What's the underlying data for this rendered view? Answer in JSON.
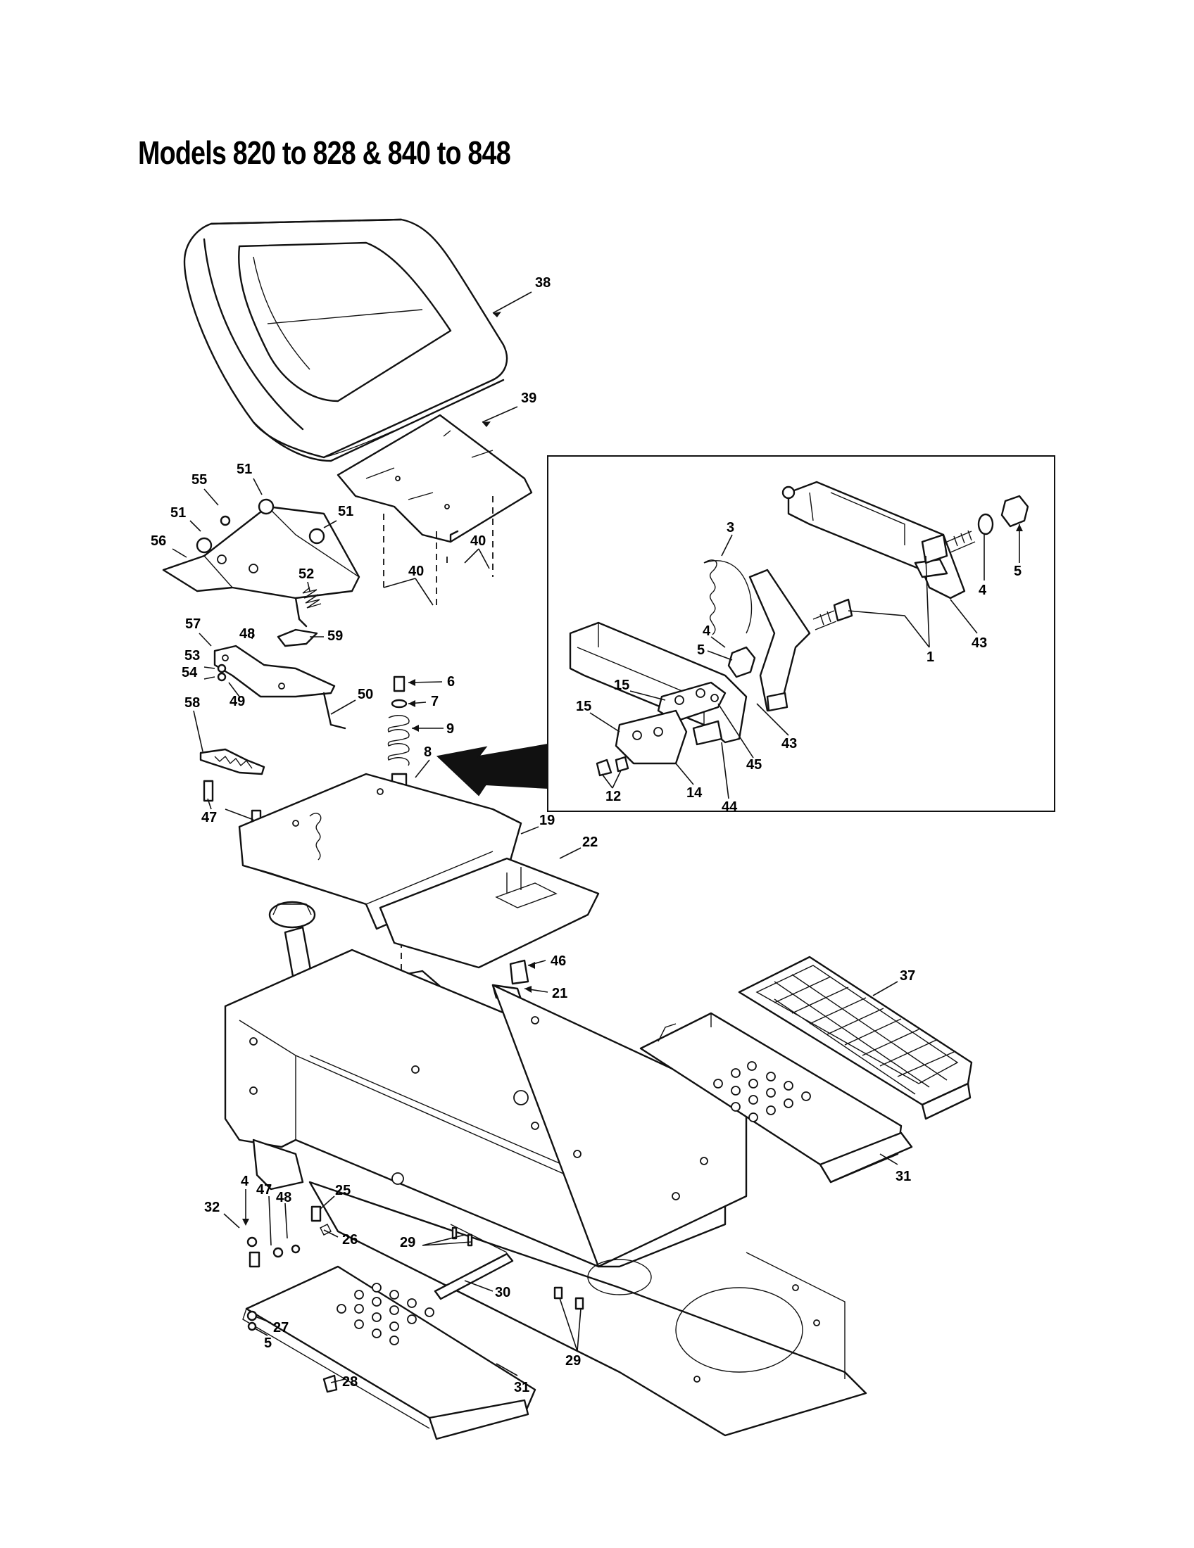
{
  "title": "Models 820 to 828 & 840 to 848",
  "callouts": [
    {
      "id": "38",
      "label": "38"
    },
    {
      "id": "39",
      "label": "39"
    },
    {
      "id": "55",
      "label": "55"
    },
    {
      "id": "51a",
      "label": "51"
    },
    {
      "id": "51b",
      "label": "51"
    },
    {
      "id": "51c",
      "label": "51"
    },
    {
      "id": "56",
      "label": "56"
    },
    {
      "id": "52",
      "label": "52"
    },
    {
      "id": "40a",
      "label": "40"
    },
    {
      "id": "40b",
      "label": "40"
    },
    {
      "id": "57",
      "label": "57"
    },
    {
      "id": "48a",
      "label": "48"
    },
    {
      "id": "59",
      "label": "59"
    },
    {
      "id": "53",
      "label": "53"
    },
    {
      "id": "54",
      "label": "54"
    },
    {
      "id": "49",
      "label": "49"
    },
    {
      "id": "50",
      "label": "50"
    },
    {
      "id": "58",
      "label": "58"
    },
    {
      "id": "47a",
      "label": "47"
    },
    {
      "id": "6",
      "label": "6"
    },
    {
      "id": "7",
      "label": "7"
    },
    {
      "id": "9",
      "label": "9"
    },
    {
      "id": "8",
      "label": "8"
    },
    {
      "id": "19",
      "label": "19"
    },
    {
      "id": "22",
      "label": "22"
    },
    {
      "id": "46",
      "label": "46"
    },
    {
      "id": "21",
      "label": "21"
    },
    {
      "id": "37",
      "label": "37"
    },
    {
      "id": "31a",
      "label": "31"
    },
    {
      "id": "31b",
      "label": "31"
    },
    {
      "id": "32",
      "label": "32"
    },
    {
      "id": "4c",
      "label": "4"
    },
    {
      "id": "47b",
      "label": "47"
    },
    {
      "id": "48b",
      "label": "48"
    },
    {
      "id": "25",
      "label": "25"
    },
    {
      "id": "26",
      "label": "26"
    },
    {
      "id": "29a",
      "label": "29"
    },
    {
      "id": "29b",
      "label": "29"
    },
    {
      "id": "30",
      "label": "30"
    },
    {
      "id": "27",
      "label": "27"
    },
    {
      "id": "5c",
      "label": "5"
    },
    {
      "id": "28",
      "label": "28"
    },
    {
      "id": "3",
      "label": "3"
    },
    {
      "id": "4a",
      "label": "4"
    },
    {
      "id": "5a",
      "label": "5"
    },
    {
      "id": "4b",
      "label": "4"
    },
    {
      "id": "5b",
      "label": "5"
    },
    {
      "id": "1",
      "label": "1"
    },
    {
      "id": "43a",
      "label": "43"
    },
    {
      "id": "43b",
      "label": "43"
    },
    {
      "id": "15a",
      "label": "15"
    },
    {
      "id": "15b",
      "label": "15"
    },
    {
      "id": "45",
      "label": "45"
    },
    {
      "id": "44",
      "label": "44"
    },
    {
      "id": "14",
      "label": "14"
    },
    {
      "id": "12",
      "label": "12"
    }
  ]
}
